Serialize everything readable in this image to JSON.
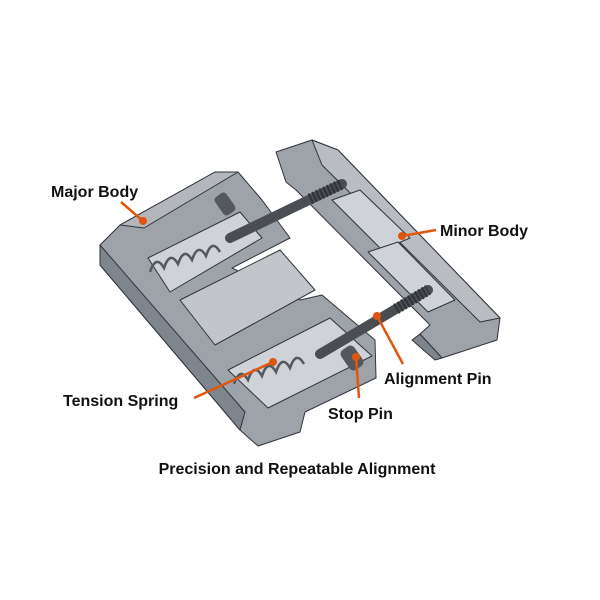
{
  "labels": {
    "major_body": "Major Body",
    "minor_body": "Minor Body",
    "alignment_pin": "Alignment Pin",
    "tension_spring": "Tension Spring",
    "stop_pin": "Stop Pin"
  },
  "caption": "Precision and Repeatable Alignment",
  "colors": {
    "leader": "#e0560f",
    "body_top": "#a9adb3",
    "body_light": "#c9ccd1",
    "body_dark": "#7f858c",
    "pin": "#4a4e53"
  }
}
